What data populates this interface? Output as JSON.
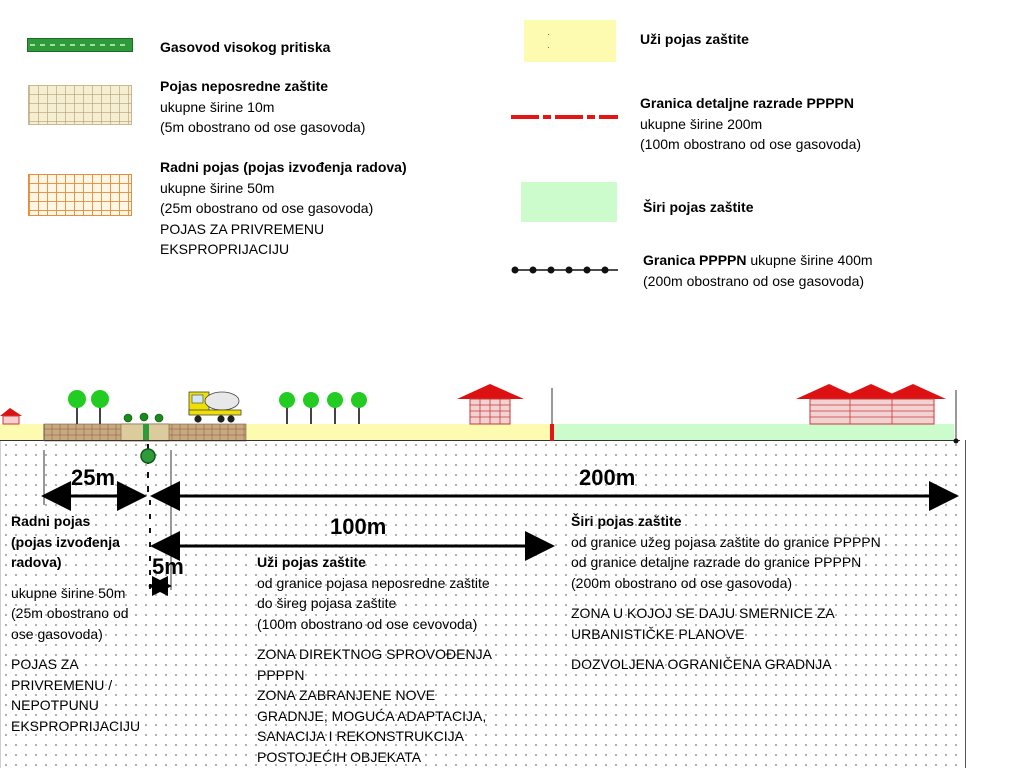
{
  "legend": {
    "pipeline": {
      "title": "Gasovod visokog pritiska"
    },
    "immediate_protection": {
      "title": "Pojas neposredne zaštite",
      "line1": "ukupne širine 10m",
      "line2": "(5m obostrano od ose gasovoda)"
    },
    "working_belt": {
      "title": "Radni pojas (pojas izvođenja radova)",
      "line1": "ukupne širine 50m",
      "line2": "(25m obostrano od ose gasovoda)",
      "line3": "POJAS ZA PRIVREMENU",
      "line4": "EKSPROPRIJACIJU"
    },
    "narrow_protection": {
      "title": "Uži pojas zaštite"
    },
    "detail_boundary": {
      "title": "Granica detaljne razrade PPPPN",
      "line1": "ukupne širine 200m",
      "line2": "(100m obostrano od ose gasovoda)"
    },
    "wide_protection": {
      "title": "Širi pojas zaštite"
    },
    "ppppn_boundary": {
      "title": "Granica PPPPN",
      "title_rest": " ukupne širine 400m",
      "line1": "(200m obostrano od ose gasovoda)"
    }
  },
  "dimensions": {
    "d25": "25m",
    "d200": "200m",
    "d100": "100m",
    "d5": "5m"
  },
  "zones": {
    "working": {
      "title1": "Radni pojas",
      "title2": "(pojas izvođenja",
      "title3": "radova)",
      "line1": "ukupne širine 50m",
      "line2": "(25m obostrano od",
      "line3": "ose gasovoda)",
      "line4": "POJAS ZA",
      "line5": "PRIVREMENU /",
      "line6": "NEPOTPUNU",
      "line7": "EKSPROPRIJACIJU"
    },
    "narrow": {
      "title": "Uži pojas zaštite",
      "line1": "od granice pojasa neposredne zaštite",
      "line2": "do šireg pojasa zaštite",
      "line3": "(100m obostrano od ose cevovoda)",
      "line4": "ZONA DIREKTNOG SPROVOĐENJA",
      "line5": "PPPPN",
      "line6": "ZONA ZABRANJENE NOVE",
      "line7": "GRADNJE, MOGUĆA ADAPTACIJA,",
      "line8": "SANACIJA I REKONSTRUKCIJA",
      "line9": "POSTOJEĆIH OBJEKATA"
    },
    "wide": {
      "title": "Širi pojas zaštite",
      "line1": "od granice užeg pojasa zaštite do granice PPPPN",
      "line2": "od granice detaljne razrade do granice PPPPN",
      "line3": "(200m obostrano od ose gasovoda)",
      "line4": "ZONA U KOJOJ SE DAJU SMERNICE ZA",
      "line5": "URBANISTIČKE PLANOVE",
      "line6": "DOZVOLJENA OGRANIČENA GRADNJA"
    }
  },
  "colors": {
    "pipeline_green": "#2e9a3a",
    "narrow_yellow": "#fdfbb0",
    "wide_green": "#ccfccc",
    "boundary_red": "#e51515",
    "roof_red": "#dd1111",
    "brick": "#c83a3a",
    "tree_green": "#22cc22",
    "truck_yellow": "#f0e000"
  }
}
